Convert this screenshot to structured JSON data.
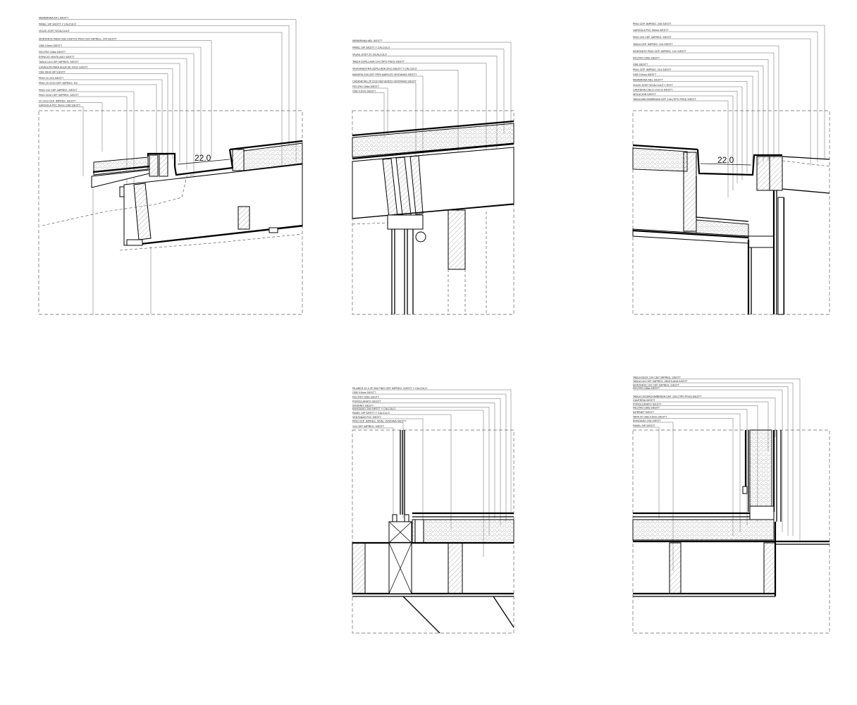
{
  "details": [
    {
      "id": "d1",
      "dimension": "22.0",
      "labels": [
        "MEMBRANA MTL S/ESTT",
        "PANEL SIP S/ESTT Y CALCULO",
        "VIGAS JOIST S/CALCULO",
        "MONTANTE PARA OSB CANTOS PINO CEP. IMPREG. 2X4 S/ESTT",
        "OSB 9.5mm S/ESTT",
        "FIELTRO 15lbs S/ESTT",
        "ESPACIO VENTILADO S/ESTT",
        "TABLA 1X4 CEP. IMPREG. S/ESTT",
        "CANALETA PARA AGUA DE 20Cm S/ESTT",
        "OSB IDEM SIP S/ESTT",
        "PINO 2X 2X4 S/ESTT",
        "PINO 2X 2X10 CEP. IMPREG. S/C",
        "PINO 1X2 CEP. IMPREG. S/ESTT",
        "PINO 2X10 CEP. IMPREG. S/ESTT",
        "2X 2X10 CEP. IMPREG. S/ESTT",
        "GARGOLA PVC 50mm C/86 S/ESTT"
      ]
    },
    {
      "id": "d2",
      "labels": [
        "MEMBRANA MEL S/ESTT",
        "PANEL SIP S/ESTT Y CALCULO",
        "VIGAS JOIST 2X S/CALCULO",
        "TABLA CEPILLADA 1X4 (TIPO PISO) S/ESTT",
        "VIGA MAESTRA CEPILLADA 3X10 S/ESTT Y CALCULO",
        "MADERA 2X8 CEP. PERI MARCOS VENTANAS S/ESTT",
        "CADENETAS 2P 2X10 REFUERZO VENTANAS S/ESTT",
        "FIELTRO 15lbs S/ESTT",
        "OSB 9.5mm S/ESTT"
      ]
    },
    {
      "id": "d3",
      "dimension": "22.0",
      "labels": [
        "PINO CEP. IMPREG. 2X6 S/ESTT",
        "GARGOLA PVC 50mm S/ESTT",
        "PINO 2X3 CEP. IMPREG. S/ESTT",
        "TABLA CEP. IMPREG. 1X4 S/ESTT",
        "MONTANTE PINO CEP. IMPREG. 1X2 S/ESTT",
        "FIELTRO 15lbs S/ESTT",
        "OSB S/ESTT",
        "PINO CEP. IMPREG. 2X4 S/ESTT",
        "OSB 9.5mm S/ESTT",
        "MEMBRANA MEL S/ESTT",
        "VIGAS JOIST S/CALCULO Y ESTT",
        "CANTERIA CIELO 1X1Cm S/ESTT",
        "AISLACION S/ESTT",
        "TABLA MACHIMBRADA CEP. 1X6 (TIPO PISO) S/ESTT"
      ]
    },
    {
      "id": "d4",
      "labels": [
        "PILARES 2X 4 2P 3X8 PINO CEP. IMPREG. S/ESTT Y CALCULO",
        "OSB 9.5mm S/ESTT",
        "FIELTRO 15lbs S/ESTT",
        "PORCELANATO S/ESTT",
        "INTERNIT S/ESTT",
        "ENVIGADO 2X8 S/ESTT Y CALCULO",
        "PANEL SIP S/ESTT Y CALCULO",
        "VENTANAS PVC S/ESTT",
        "PINO CEP. IMPREG. NIVEL VENTANA S/ESTT",
        "1X4 CEP. IMPREG. S/ESTT"
      ]
    },
    {
      "id": "d5",
      "labels": [
        "TABLA DECK 1X4 CEP. IMPREG. S/ESTT",
        "TABLA 1X4 CEP. IMPREG. VENTILADA S/ESTT",
        "MONTANTE 1X2 CEP. IMPREG. S/ESTT",
        "FIELTRO 15lbs S/ESTT",
        "TABLA 1X6 MACHIMBRADA CEP. 1X6 (TIPO PISO) S/ESTT",
        "CANTERIA S/ESTT",
        "PORCELANATO S/ESTT",
        "FIELTRO 15lbs S/ESTT",
        "INTERNIT S/ESTT",
        "TAPA 2X OSB 9.5mm S/ESTT",
        "ENVIGADO 2X8 S/ESTT",
        "PANEL SIP S/ESTT"
      ]
    }
  ]
}
